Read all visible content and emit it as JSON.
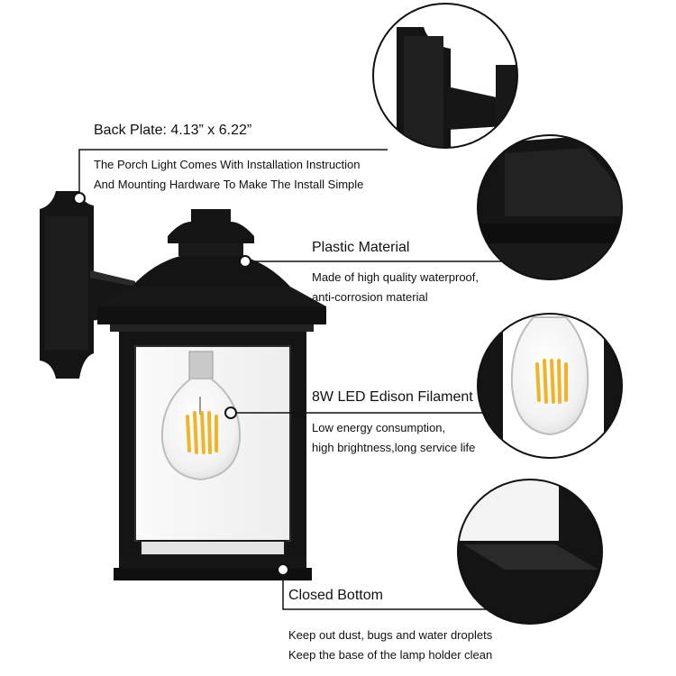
{
  "callouts": {
    "back_plate": {
      "heading": "Back Plate: 4.13”  x  6.22”",
      "line1": "The Porch Light Comes With Installation Instruction",
      "line2": "And Mounting Hardware To Make The Install Simple"
    },
    "material": {
      "heading": "Plastic Material",
      "line1": "Made of high quality waterproof,",
      "line2": "anti-corrosion material"
    },
    "bulb": {
      "heading": "8W LED Edison Filament",
      "line1": "Low energy consumption,",
      "line2": "high brightness,long service life"
    },
    "bottom": {
      "heading": "Closed Bottom",
      "line1": "Keep out dust, bugs and water droplets",
      "line2": "Keep the base of the lamp holder clean"
    }
  },
  "colors": {
    "fixture": "#141414",
    "fixture_highlight": "#2e2e2e",
    "filament": "#f0b429",
    "text": "#111111"
  }
}
